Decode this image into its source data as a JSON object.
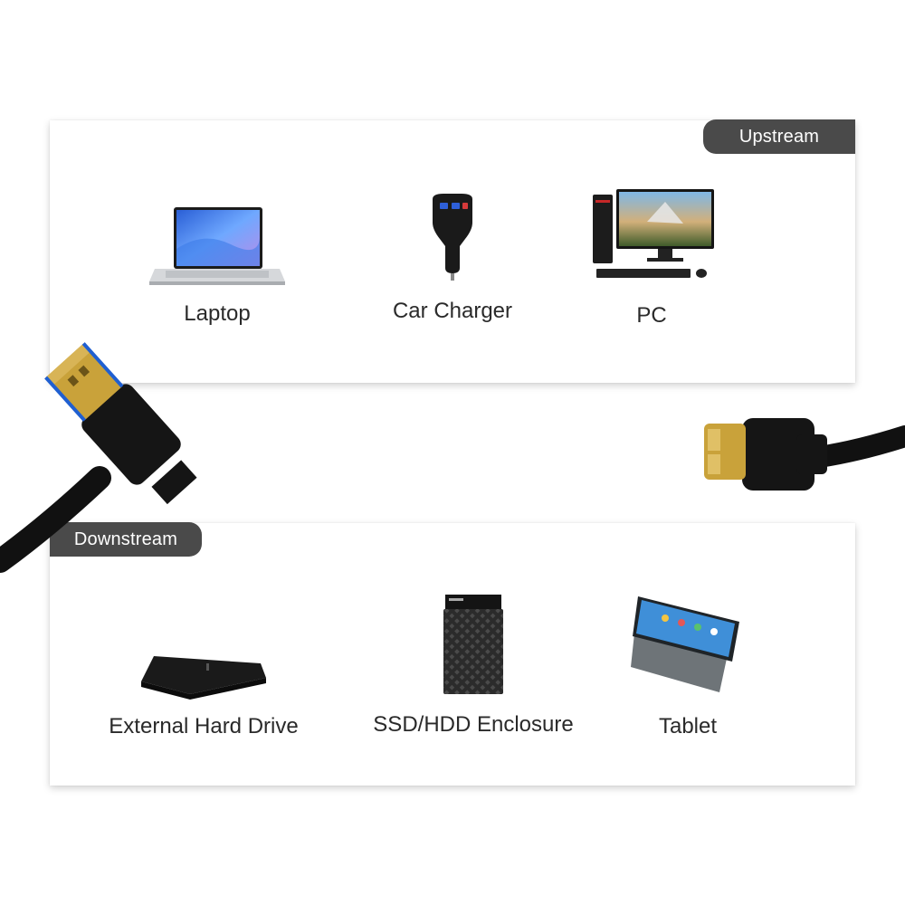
{
  "upstream": {
    "tag": "Upstream",
    "devices": [
      {
        "label": "Laptop",
        "icon": "laptop-icon"
      },
      {
        "label": "Car Charger",
        "icon": "car-charger-icon"
      },
      {
        "label": "PC",
        "icon": "desktop-pc-icon"
      }
    ]
  },
  "downstream": {
    "tag": "Downstream",
    "devices": [
      {
        "label": "External Hard Drive",
        "icon": "external-hard-drive-icon"
      },
      {
        "label": "SSD/HDD Enclosure",
        "icon": "ssd-hdd-enclosure-icon"
      },
      {
        "label": "Tablet",
        "icon": "tablet-icon"
      }
    ]
  },
  "colors": {
    "tag_background": "#4a4a4a",
    "cable": "#111111",
    "connector_gold": "#c9a23a",
    "usb3_blue": "#1f5fd1"
  }
}
